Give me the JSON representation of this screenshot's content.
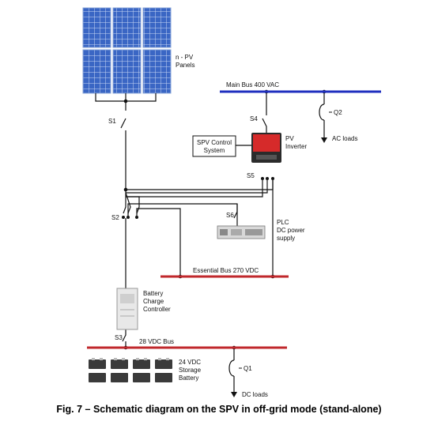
{
  "labels": {
    "pv_panels": [
      "n - PV",
      "Panels"
    ],
    "main_bus": "Main Bus 400 VAC",
    "ac_loads": "AC loads",
    "q2": "Q2",
    "s1": "S1",
    "s4": "S4",
    "spv_control": [
      "SPV Control",
      "System"
    ],
    "pv_inverter": [
      "PV",
      "Inverter"
    ],
    "s5": "S5",
    "s2": "S2",
    "s6": "S6",
    "plc": [
      "PLC",
      "DC power",
      "supply"
    ],
    "essential_bus": "Essential Bus 270 VDC",
    "battery_charge": [
      "Battery",
      "Charge",
      "Controller"
    ],
    "s3": "S3",
    "vdc_bus": "28 VDC Bus",
    "storage": [
      "24 VDC",
      "Storage",
      "Battery"
    ],
    "q1": "Q1",
    "dc_loads": "DC loads"
  },
  "caption": "Fig. 7 – Schematic diagram on the SPV in off-grid mode (stand-alone)",
  "colors": {
    "main_bus": "#1f2fbf",
    "dc_bus": "#c0282c",
    "panel": "#3a66c4",
    "inverter": "#d62a2a"
  }
}
